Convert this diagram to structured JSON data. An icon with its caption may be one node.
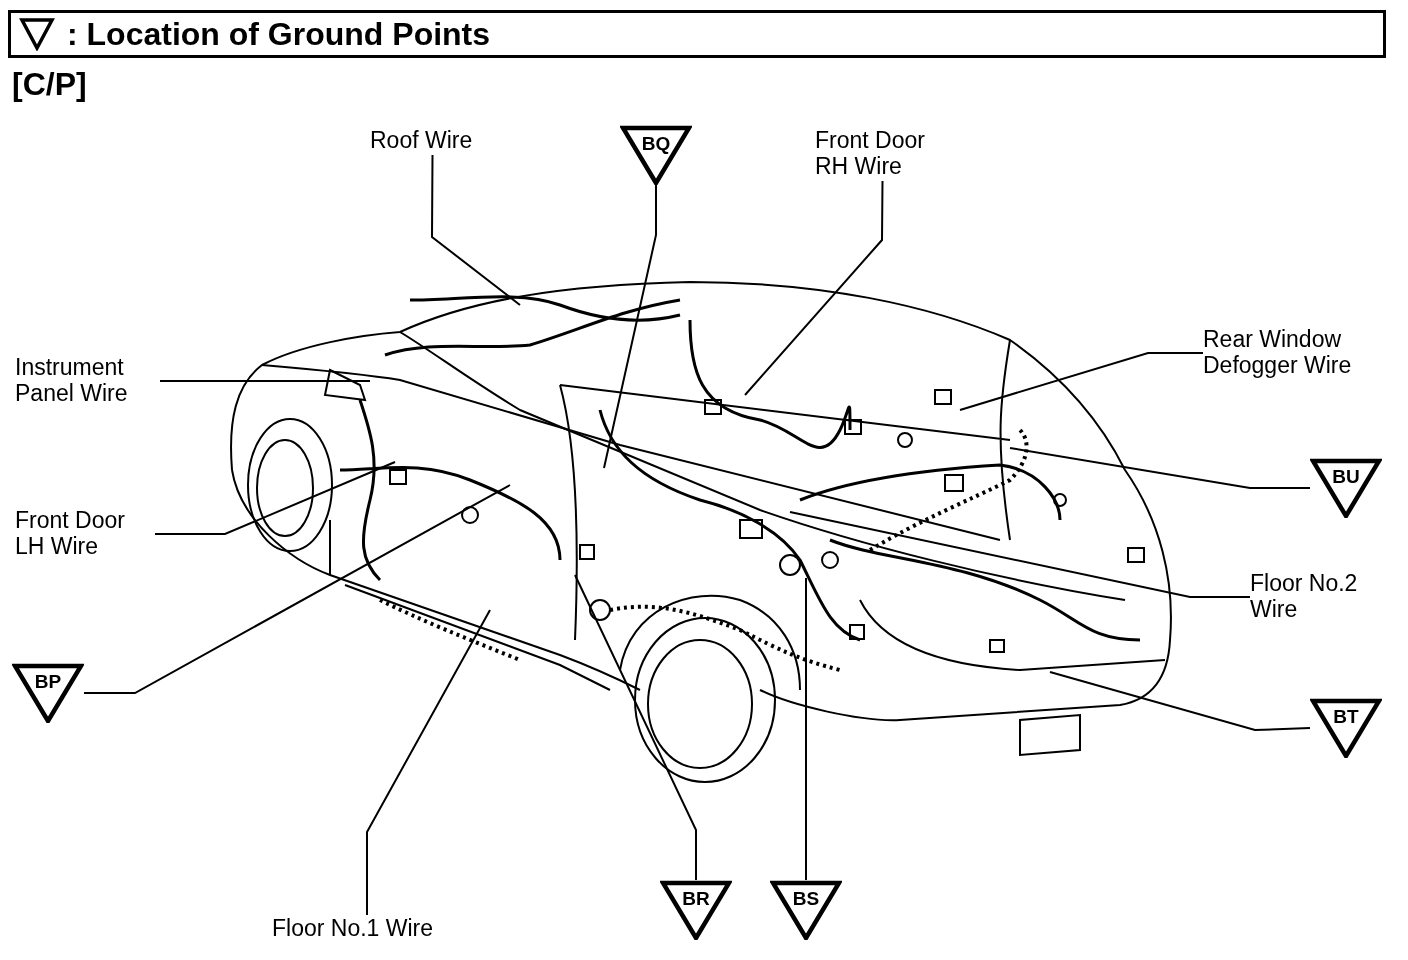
{
  "diagram": {
    "title": ": Location of Ground Points",
    "nodes": [
      {
        "text": [
          "Roof Wire"
        ]
      },
      {
        "text": [
          "BQ"
        ]
      },
      {
        "text": [
          "Front Door RH Wire"
        ]
      },
      {
        "text": [
          "Instrument Panel Wire"
        ]
      },
      {
        "text": [
          "Rear Window Defogger Wire"
        ]
      },
      {
        "text": [
          "Front Door LH Wire"
        ]
      },
      {
        "text": [
          "BU"
        ]
      },
      {
        "text": [
          "Floor No.2 Wire"
        ]
      },
      {
        "text": [
          "BP"
        ]
      },
      {
        "text": [
          "BT"
        ]
      },
      {
        "text": [
          "BR"
        ]
      },
      {
        "text": [
          "BS"
        ]
      },
      {
        "text": [
          "Floor No.1 Wire"
        ]
      }
    ],
    "edges": [
      {
        "from": 0,
        "to": null,
        "arrow": "none"
      },
      {
        "from": 1,
        "to": null,
        "arrow": "none"
      },
      {
        "from": 2,
        "to": null,
        "arrow": "none"
      },
      {
        "from": 3,
        "to": null,
        "arrow": "none"
      },
      {
        "from": 4,
        "to": null,
        "arrow": "none"
      },
      {
        "from": 5,
        "to": null,
        "arrow": "none"
      },
      {
        "from": 6,
        "to": null,
        "arrow": "none"
      },
      {
        "from": 7,
        "to": null,
        "arrow": "none"
      },
      {
        "from": 8,
        "to": null,
        "arrow": "none"
      },
      {
        "from": 9,
        "to": null,
        "arrow": "none"
      },
      {
        "from": 10,
        "to": null,
        "arrow": "none"
      },
      {
        "from": 11,
        "to": null,
        "arrow": "none"
      },
      {
        "from": 12,
        "to": null,
        "arrow": "none"
      }
    ],
    "labels": [
      "[C/P]"
    ]
  }
}
